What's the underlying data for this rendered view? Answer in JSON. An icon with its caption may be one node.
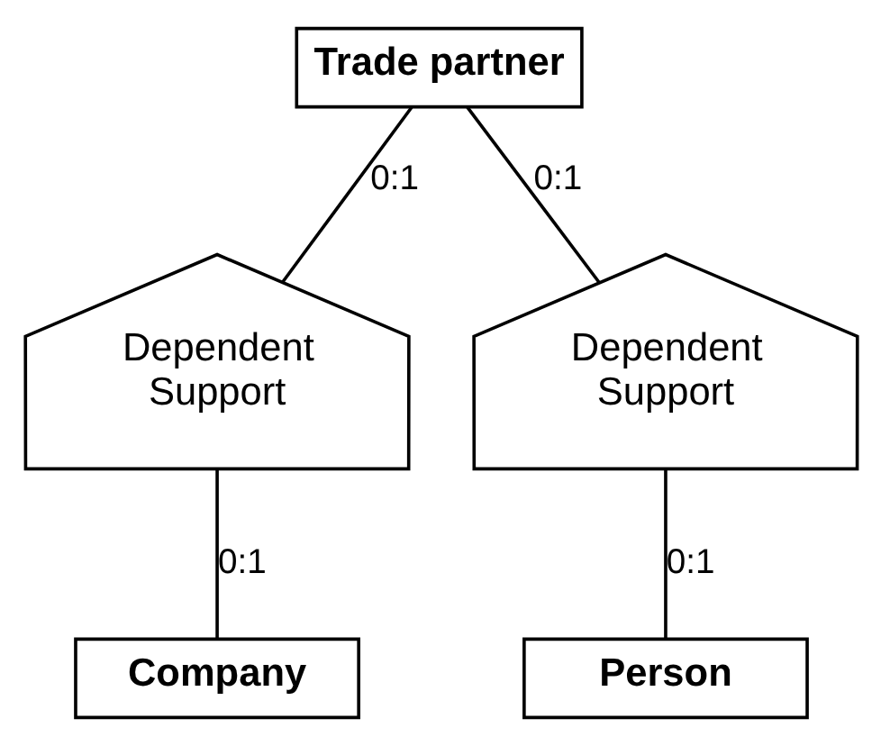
{
  "diagram": {
    "nodes": [
      {
        "text": [
          "Trade partner"
        ]
      },
      {
        "text": [
          "Dependent Support"
        ]
      },
      {
        "text": [
          "Dependent Support"
        ]
      },
      {
        "text": [
          "Company"
        ]
      },
      {
        "text": [
          "Person"
        ]
      }
    ],
    "edges": [
      {
        "from": 0,
        "to": 1,
        "arrow": "none",
        "label": "0:1"
      },
      {
        "from": 0,
        "to": 2,
        "arrow": "none",
        "label": "0:1"
      },
      {
        "from": 1,
        "to": 3,
        "arrow": "none",
        "label": "0:1"
      },
      {
        "from": 2,
        "to": 4,
        "arrow": "none",
        "label": "0:1"
      }
    ]
  }
}
